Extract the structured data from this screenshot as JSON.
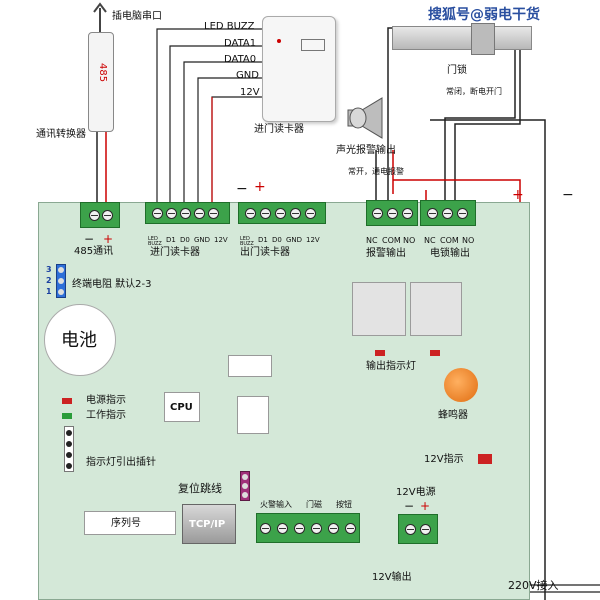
{
  "watermark": "搜狐号@弱电干货",
  "com_port": "插电脑串口",
  "converter": {
    "code": "485",
    "label": "通讯转换器"
  },
  "reader_in_wires": [
    "LED BUZZ",
    "DATA1",
    "DATA0",
    "GND",
    "12V"
  ],
  "reader_in_label": "进门读卡器",
  "lock": {
    "label": "门锁",
    "note": "常闭，断电开门"
  },
  "siren": {
    "label": "声光报警输出",
    "note": "常开，通电报警"
  },
  "comm485": {
    "label": "485通讯",
    "minus": "−",
    "plus": "+"
  },
  "reader_in": {
    "pins": [
      "LED BUZZ",
      "D1",
      "D0",
      "GND",
      "12V"
    ],
    "label": "进门读卡器"
  },
  "reader_out": {
    "pins": [
      "LED BUZZ",
      "D1",
      "D0",
      "GND",
      "12V"
    ],
    "label": "出门读卡器"
  },
  "terminal_power_markers": {
    "minus": "−",
    "plus": "+"
  },
  "relay_alarm": {
    "pins": [
      "NC",
      "COM",
      "NO"
    ],
    "label": "报警输出"
  },
  "relay_lock": {
    "pins": [
      "NC",
      "COM",
      "NO"
    ],
    "label": "电锁输出"
  },
  "right_markers": {
    "plus": "+",
    "minus": "−"
  },
  "jumper": {
    "numbers": [
      "3",
      "2",
      "1"
    ],
    "label": "终端电阻 默认2-3"
  },
  "battery": "电池",
  "output_led_label": "输出指示灯",
  "cpu": "CPU",
  "power_led": "电源指示",
  "work_led": "工作指示",
  "buzzer": "蜂鸣器",
  "led_header": "指示灯引出插针",
  "led_12v": "12V指示",
  "reset_jumper": "复位跳线",
  "inputs": {
    "labels": [
      "火警输入",
      "门磁",
      "按钮"
    ]
  },
  "serial": "序列号",
  "tcpip": "TCP/IP",
  "power12v": {
    "label": "12V电源",
    "minus": "−",
    "plus": "+"
  },
  "out12v": "12V输出",
  "ac220": "220V接入",
  "colors": {
    "board": "#d4e8d8",
    "terminal": "#3ca24a",
    "wire_red": "#d42020",
    "led_red": "#cc2222",
    "led_green": "#2a9c3a",
    "buzzer": "#f08020"
  }
}
